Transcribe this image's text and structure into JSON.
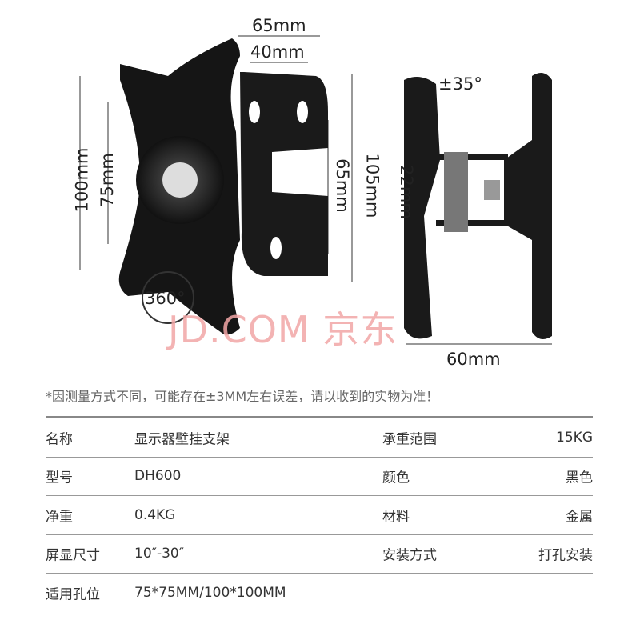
{
  "dimensions": {
    "top_outer": "65mm",
    "top_inner": "40mm",
    "left_outer": "100mm",
    "left_inner": "75mm",
    "bracket_height": "65mm",
    "bracket_total": "105mm",
    "rotation": "360°",
    "tilt": "±35°",
    "side_depth": "22mm",
    "side_width": "60mm"
  },
  "watermark": "JD.COM 京东",
  "note": "*因测量方式不同，可能存在±3MM左右误差，请以收到的实物为准！",
  "specs": [
    {
      "label": "名称",
      "value": "显示器壁挂支架",
      "label2": "承重范围",
      "value2": "15KG"
    },
    {
      "label": "型号",
      "value": "DH600",
      "label2": "颜色",
      "value2": "黑色"
    },
    {
      "label": "净重",
      "value": "0.4KG",
      "label2": "材料",
      "value2": "金属"
    },
    {
      "label": "屏显尺寸",
      "value": "10″-30″",
      "label2": "安装方式",
      "value2": "打孔安装"
    },
    {
      "label": "适用孔位",
      "value": "75*75MM/100*100MM",
      "label2": "",
      "value2": ""
    }
  ]
}
